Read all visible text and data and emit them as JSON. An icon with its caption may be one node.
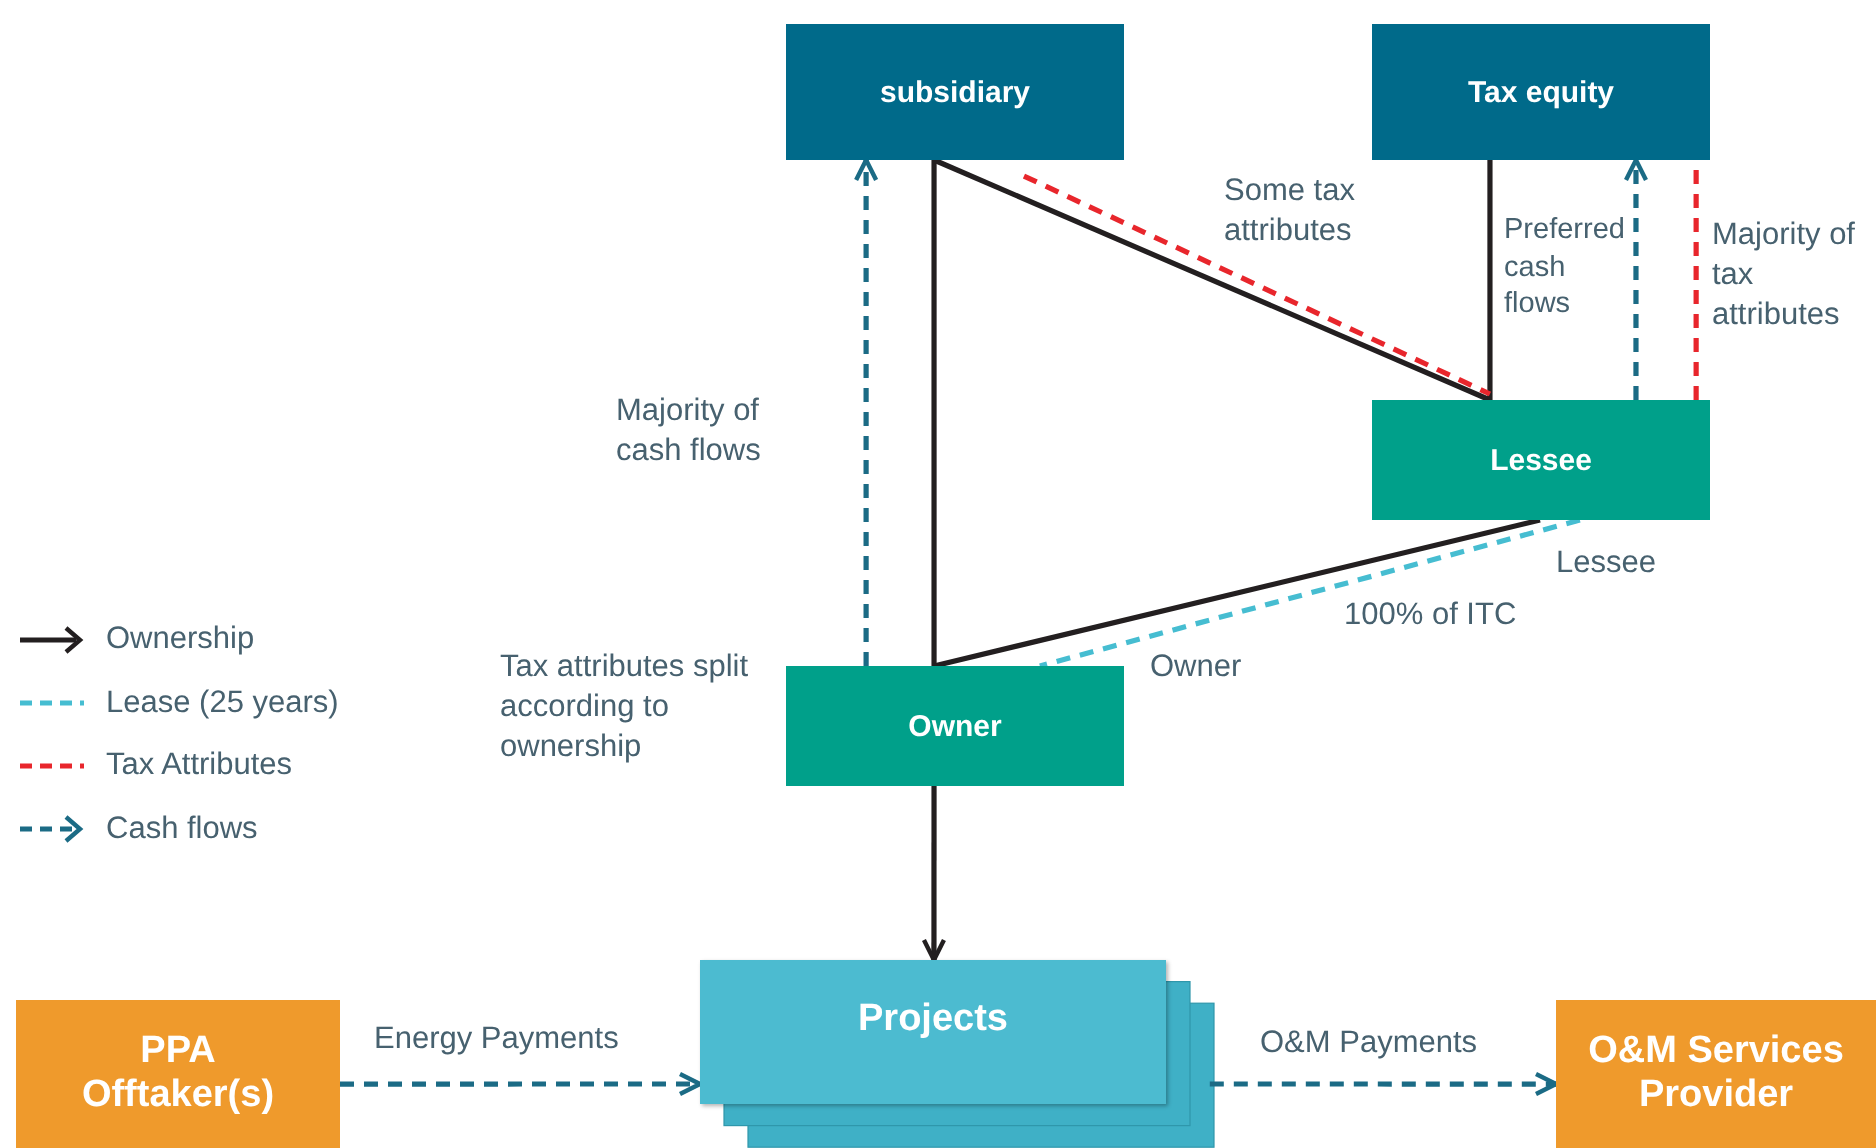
{
  "diagram": {
    "nodes": [
      {
        "text": [
          "subsidiary"
        ]
      },
      {
        "text": [
          "Tax equity"
        ]
      },
      {
        "text": [
          "Lessee"
        ]
      },
      {
        "text": [
          "Owner"
        ]
      },
      {
        "text": [
          "Projects"
        ]
      },
      {
        "text": [
          "PPA Offtaker(s)"
        ]
      },
      {
        "text": [
          "O&M Services Provider"
        ]
      }
    ],
    "edges": [
      {
        "from": 0,
        "to": 3,
        "arrow": "none"
      },
      {
        "from": 0,
        "to": 2,
        "arrow": "none"
      },
      {
        "from": 1,
        "to": 2,
        "arrow": "none"
      },
      {
        "from": 2,
        "to": 3,
        "arrow": "none"
      },
      {
        "from": 3,
        "to": 4,
        "arrow": "to"
      },
      {
        "from": 0,
        "to": 2,
        "arrow": "none",
        "label": "Some tax attributes",
        "style": "dashed",
        "color": "#e8262c"
      },
      {
        "from": 2,
        "to": 1,
        "arrow": "none",
        "label": "Majority of tax attributes",
        "style": "dashed",
        "color": "#e8262c"
      },
      {
        "from": 2,
        "to": 1,
        "arrow": "to",
        "label": "Preferred cash flows",
        "style": "dashed",
        "color": "#1b6b85"
      },
      {
        "from": 3,
        "to": 0,
        "arrow": "to",
        "label": "Majority of cash flows",
        "style": "dashed",
        "color": "#1b6b85"
      },
      {
        "from": 2,
        "to": 3,
        "arrow": "none",
        "label": "100% of ITC",
        "style": "dashed",
        "color": "#46bdd1"
      },
      {
        "from": 5,
        "to": 4,
        "arrow": "to",
        "label": "Energy Payments",
        "style": "dashed",
        "color": "#1b6b85"
      },
      {
        "from": 4,
        "to": 6,
        "arrow": "to",
        "label": "O&M Payments",
        "style": "dashed",
        "color": "#1b6b85"
      }
    ],
    "labels": [
      "Lessee",
      "Owner",
      "Tax attributes split according to ownership"
    ],
    "legend": [
      {
        "text": "Ownership"
      },
      {
        "text": "Lease (25 years)"
      },
      {
        "text": "Tax Attributes"
      },
      {
        "text": "Cash flows"
      }
    ]
  }
}
